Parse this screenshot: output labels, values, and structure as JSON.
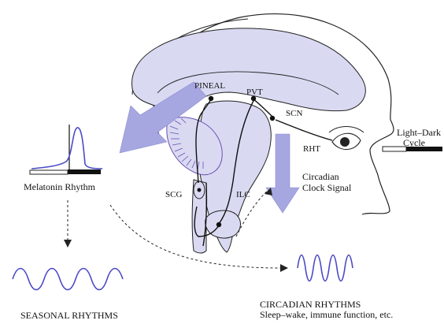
{
  "labels": {
    "pineal": "PINEAL",
    "pvt": "PVT",
    "scn": "SCN",
    "rht": "RHT",
    "scg": "SCG",
    "ilc": "ILC",
    "light_dark_line1": "Light–Dark",
    "light_dark_line2": "Cycle",
    "circadian_signal_line1": "Circadian",
    "circadian_signal_line2": "Clock Signal",
    "melatonin_rhythm": "Melatonin Rhythm",
    "seasonal_rhythms": "SEASONAL RHYTHMS",
    "circadian_rhythms": "CIRCADIAN RHYTHMS",
    "circadian_examples": "Sleep–wake, immune function, etc."
  },
  "colors": {
    "lavender_fill": "#d9daf2",
    "arrow_fill": "#a6a7e0",
    "wave_stroke": "#4a4ac8",
    "outline": "#222222"
  }
}
